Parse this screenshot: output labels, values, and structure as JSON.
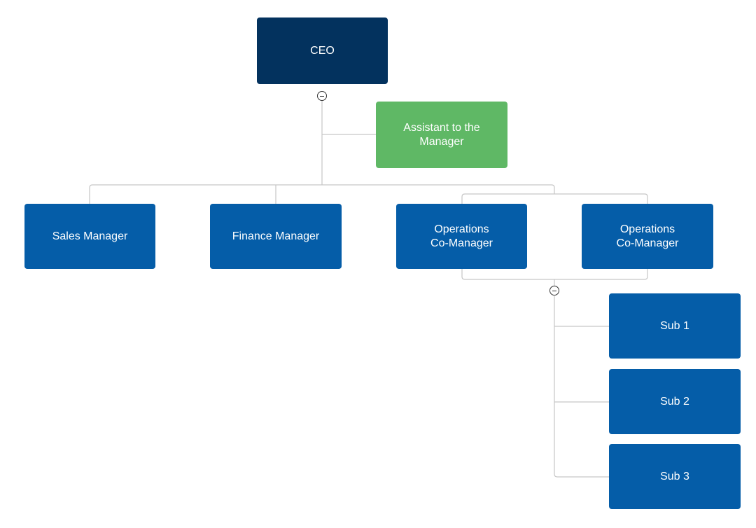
{
  "colors": {
    "ceo": "#03325E",
    "assistant": "#5FB865",
    "manager": "#055DA8",
    "connector": "#C6C6C6"
  },
  "nodes": {
    "ceo": "CEO",
    "assistant": "Assistant to the Manager",
    "sales": "Sales Manager",
    "finance": "Finance Manager",
    "ops1": "Operations Co-Manager",
    "ops2": "Operations Co-Manager",
    "sub1": "Sub 1",
    "sub2": "Sub 2",
    "sub3": "Sub 3"
  },
  "toggles": {
    "ceo": "collapse-icon",
    "operations": "collapse-icon"
  }
}
